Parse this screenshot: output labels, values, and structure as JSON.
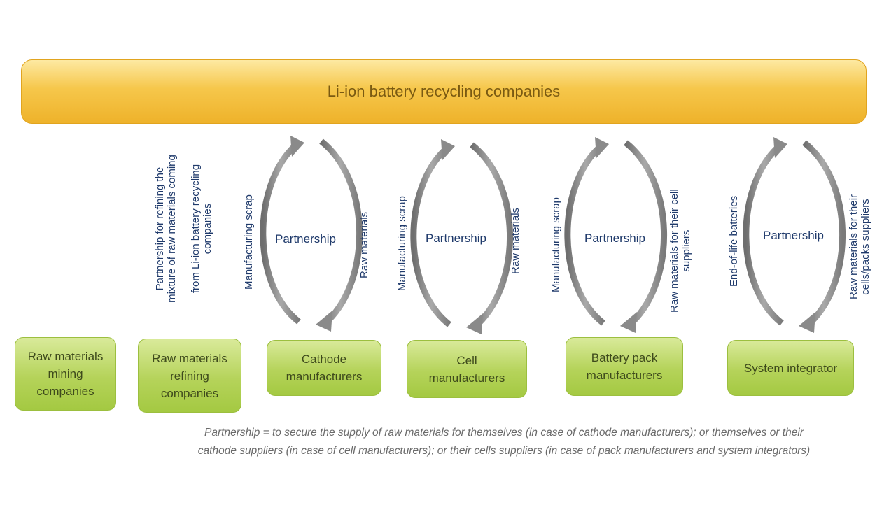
{
  "top": {
    "title": "Li-ion battery recycling companies"
  },
  "boxes": {
    "mining": "Raw materials mining companies",
    "refining": "Raw materials refining companies",
    "cathode": "Cathode manufacturers",
    "cell": "Cell manufacturers",
    "pack": "Battery pack manufacturers",
    "integrator": "System integrator"
  },
  "refining_link": {
    "line1": "Partnership for refining the",
    "line2": "mixture of raw materials coming",
    "line3": "from Li-ion battery recycling",
    "line4": "companies"
  },
  "cycles": {
    "cathode": {
      "left": "Manufacturing scrap",
      "center": "Partnership",
      "right": "Raw materials"
    },
    "cell": {
      "left": "Manufacturing scrap",
      "center": "Partnership",
      "right": "Raw materials"
    },
    "pack": {
      "left": "Manufacturing scrap",
      "center": "Partnership",
      "right_line1": "Raw materials for their cell",
      "right_line2": "suppliers"
    },
    "integrator": {
      "left": "End-of-life batteries",
      "center": "Partnership",
      "right_line1": "Raw materials for their",
      "right_line2": "cells/packs suppliers"
    }
  },
  "note": {
    "line1": "Partnership =  to secure the supply of raw materials for themselves (in case of cathode manufacturers); or themselves or their",
    "line2": "cathode suppliers (in case of cell manufacturers); or their cells suppliers (in case of pack manufacturers and system integrators)"
  },
  "colors": {
    "recycling_bar": "#f6c74b",
    "company_box": "#b5d35a",
    "label_text": "#1f3a6b",
    "arrow": "#8a8a8a",
    "note_text": "#6a6a6a"
  }
}
